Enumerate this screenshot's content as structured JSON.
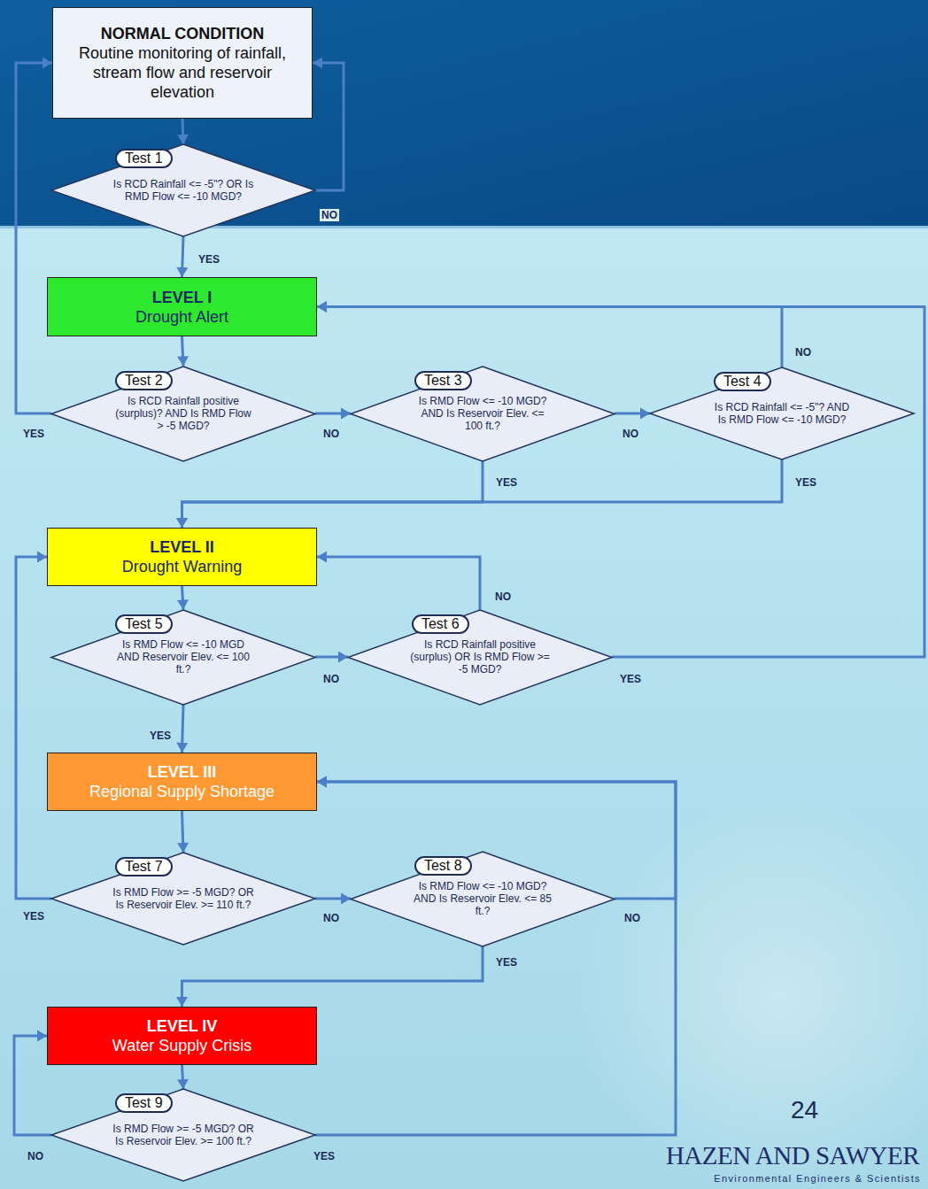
{
  "diagram": {
    "nodes": [
      {
        "text": [
          "NORMAL CONDITION",
          "Routine monitoring of rainfall, stream flow and reservoir elevation"
        ]
      },
      {
        "text": [
          "Test 1",
          "Is RCD Rainfall <= -5\"? OR Is RMD Flow <= -10 MGD?"
        ]
      },
      {
        "text": [
          "LEVEL I",
          "Drought Alert"
        ]
      },
      {
        "text": [
          "Test 2",
          "Is RCD Rainfall positive (surplus)? AND Is RMD Flow > -5 MGD?"
        ]
      },
      {
        "text": [
          "Test 3",
          "Is RMD Flow <= -10 MGD? AND Is Reservoir Elev. <= 100 ft.?"
        ]
      },
      {
        "text": [
          "Test 4",
          "Is RCD Rainfall <= -5\"? AND Is RMD Flow <= -10 MGD?"
        ]
      },
      {
        "text": [
          "LEVEL II",
          "Drought Warning"
        ]
      },
      {
        "text": [
          "Test 5",
          "Is RMD Flow <= -10 MGD AND Reservoir Elev. <= 100 ft.?"
        ]
      },
      {
        "text": [
          "Test 6",
          "Is RCD Rainfall positive (surplus) OR Is RMD Flow >= -5 MGD?"
        ]
      },
      {
        "text": [
          "LEVEL III",
          "Regional Supply Shortage"
        ]
      },
      {
        "text": [
          "Test 7",
          "Is RMD Flow >= -5 MGD? OR Is Reservoir Elev. >= 110 ft.?"
        ]
      },
      {
        "text": [
          "Test 8",
          "Is RMD Flow <= -10 MGD? AND Is Reservoir Elev. <= 85 ft.?"
        ]
      },
      {
        "text": [
          "LEVEL IV",
          "Water Supply Crisis"
        ]
      },
      {
        "text": [
          "Test 9",
          "Is RMD Flow >= -5 MGD? OR Is Reservoir Elev. >= 100 ft.?"
        ]
      }
    ],
    "edges": [
      {
        "from": 0,
        "to": 1,
        "arrow": "to"
      },
      {
        "from": 1,
        "to": 0,
        "label": "NO",
        "arrow": "to"
      },
      {
        "from": 1,
        "to": 2,
        "label": "YES",
        "arrow": "to"
      },
      {
        "from": 2,
        "to": 3,
        "arrow": "to"
      },
      {
        "from": 3,
        "to": 0,
        "label": "YES",
        "arrow": "to"
      },
      {
        "from": 3,
        "to": 4,
        "label": "NO",
        "arrow": "to"
      },
      {
        "from": 4,
        "to": 5,
        "label": "NO",
        "arrow": "to"
      },
      {
        "from": 4,
        "to": 6,
        "label": "YES",
        "arrow": "to"
      },
      {
        "from": 5,
        "to": 2,
        "label": "NO",
        "arrow": "to"
      },
      {
        "from": 5,
        "to": 6,
        "label": "YES",
        "arrow": "to"
      },
      {
        "from": 6,
        "to": 7,
        "arrow": "to"
      },
      {
        "from": 7,
        "to": 9,
        "label": "YES",
        "arrow": "to"
      },
      {
        "from": 7,
        "to": 8,
        "label": "NO",
        "arrow": "to"
      },
      {
        "from": 8,
        "to": 6,
        "label": "NO",
        "arrow": "to"
      },
      {
        "from": 8,
        "to": 2,
        "label": "YES",
        "arrow": "to"
      },
      {
        "from": 9,
        "to": 10,
        "arrow": "to"
      },
      {
        "from": 10,
        "to": 6,
        "label": "YES",
        "arrow": "to"
      },
      {
        "from": 10,
        "to": 11,
        "label": "NO",
        "arrow": "to"
      },
      {
        "from": 11,
        "to": 12,
        "label": "YES",
        "arrow": "to"
      },
      {
        "from": 11,
        "to": 9,
        "label": "NO",
        "arrow": "to"
      },
      {
        "from": 12,
        "to": 13,
        "arrow": "to"
      },
      {
        "from": 13,
        "to": 12,
        "label": "NO",
        "arrow": "to"
      },
      {
        "from": 13,
        "to": 9,
        "label": "YES",
        "arrow": "to"
      }
    ],
    "labels": [
      "24",
      "HAZEN AND SAWYER",
      "Environmental Engineers & Scientists"
    ]
  }
}
